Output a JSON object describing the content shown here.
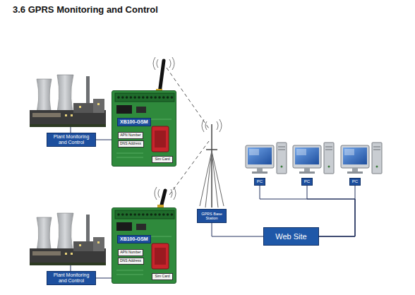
{
  "diagram": {
    "title": "3.6 GPRS Monitoring and Control",
    "nodes": [
      {
        "text": [
          "Plant Monitoring and Control"
        ]
      },
      {
        "text": [
          "XB100-GSM"
        ]
      },
      {
        "text": [
          "APN Number"
        ],
        "in": 1
      },
      {
        "text": [
          "DNS Address"
        ],
        "in": 1
      },
      {
        "text": [
          "Sim Card"
        ],
        "in": 1
      },
      {
        "text": [
          "PC"
        ]
      },
      {
        "text": [
          "PC"
        ]
      },
      {
        "text": [
          "PC"
        ]
      },
      {
        "text": [
          "GPRS Base Station"
        ]
      },
      {
        "text": [
          "Web Site"
        ]
      },
      {
        "text": [
          "Plant Monitoring and Control"
        ]
      },
      {
        "text": [
          "XB100-GSM"
        ]
      },
      {
        "text": [
          "APN Number"
        ],
        "in": 11
      },
      {
        "text": [
          "DNS Address"
        ],
        "in": 11
      },
      {
        "text": [
          "Sim Card"
        ],
        "in": 11
      }
    ],
    "edges": [
      {
        "from": 0,
        "to": 1,
        "arrow": "none"
      },
      {
        "from": 10,
        "to": 11,
        "arrow": "none"
      },
      {
        "from": 8,
        "to": 9,
        "arrow": "none"
      },
      {
        "from": 9,
        "to": 5,
        "arrow": "none"
      },
      {
        "from": 9,
        "to": 6,
        "arrow": "none"
      },
      {
        "from": 9,
        "to": 7,
        "arrow": "none"
      }
    ]
  }
}
